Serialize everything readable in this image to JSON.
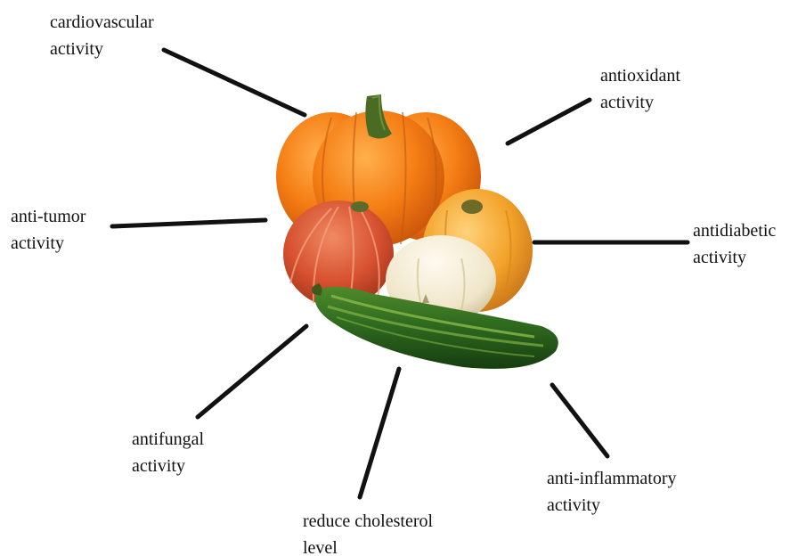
{
  "labels": {
    "cardiovascular": [
      "cardiovascular",
      "activity"
    ],
    "antioxidant": [
      "antioxidant",
      "activity"
    ],
    "anti_tumor": [
      "anti-tumor",
      "activity"
    ],
    "antidiabetic": [
      "antidiabetic",
      "activity"
    ],
    "antifungal": [
      "antifungal",
      "activity"
    ],
    "anti_inflammatory": [
      "anti-inflammatory",
      "activity"
    ],
    "cholesterol": [
      "reduce cholesterol",
      "level"
    ]
  },
  "colors": {
    "pumpkin_orange": "#f57d14",
    "red_kuri": "#d6502f",
    "golden_squash": "#f2a229",
    "pattypan": "#efe6c9",
    "zucchini": "#2f6b1f",
    "zucchini_stripe": "#8fbf4c",
    "connector": "#111111"
  }
}
